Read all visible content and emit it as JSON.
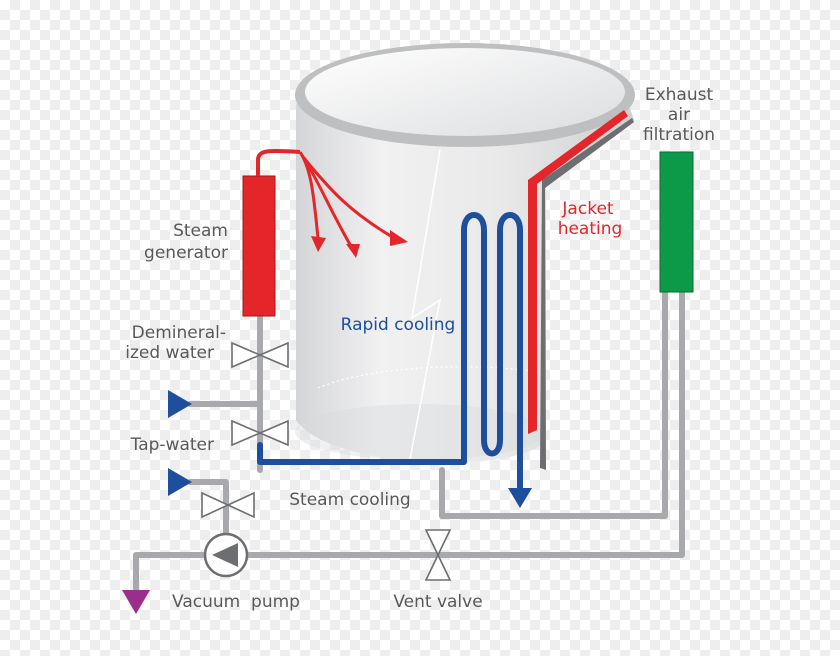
{
  "colors": {
    "pipe_gray": "#a7a9ac",
    "label_gray": "#58595b",
    "steam_red": "#e4262a",
    "cooling_blue": "#1e4f9c",
    "filter_green": "#0d9a48",
    "drain_purple": "#9b2d8c",
    "vessel_light": "#e6e7e8",
    "vessel_rim": "#b9bbbe"
  },
  "labels": {
    "exhaust_line1": "Exhaust",
    "exhaust_line2": "air",
    "exhaust_line3": "filtration",
    "jacket_line1": "Jacket",
    "jacket_line2": "heating",
    "steam_gen_line1": "Steam",
    "steam_gen_line2": "generator",
    "rapid_cooling": "Rapid cooling",
    "demin_line1": "Demineral-",
    "demin_line2": "ized water",
    "tap_water": "Tap-water",
    "steam_cooling": "Steam cooling",
    "vacuum_pump": "Vacuum  pump",
    "vent_valve": "Vent valve"
  }
}
